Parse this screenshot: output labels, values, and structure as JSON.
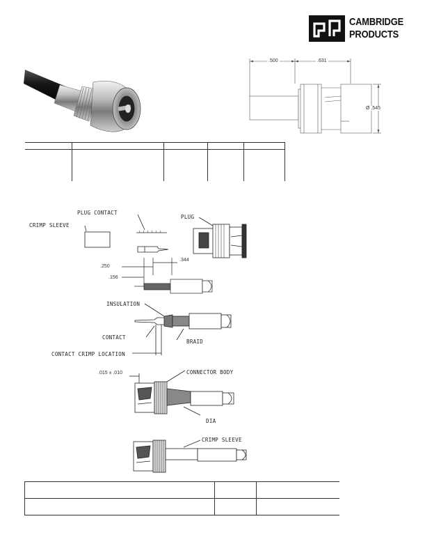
{
  "logo": {
    "line1": "CAMBRIDGE",
    "line2": "PRODUCTS"
  },
  "top_drawing": {
    "dim_length_a": ".500",
    "dim_length_b": ".631",
    "dim_diameter": "Ø .545"
  },
  "assembly": {
    "plug_contact": "PLUG CONTACT",
    "crimp_sleeve": "CRIMP SLEEVE",
    "plug": "PLUG",
    "dim_250": ".250",
    "dim_156": ".156",
    "dim_344": ".344",
    "insulation": "INSULATION",
    "contact": "CONTACT",
    "braid": "BRAID",
    "contact_crimp_location": "CONTACT CRIMP LOCATION",
    "dim_gap": ".015 ± .010",
    "connector_body": "CONNECTOR BODY",
    "dia": "DIA",
    "crimp_sleeve_2": "CRIMP SLEEVE"
  },
  "colors": {
    "ink": "#111111",
    "line": "#333333"
  }
}
